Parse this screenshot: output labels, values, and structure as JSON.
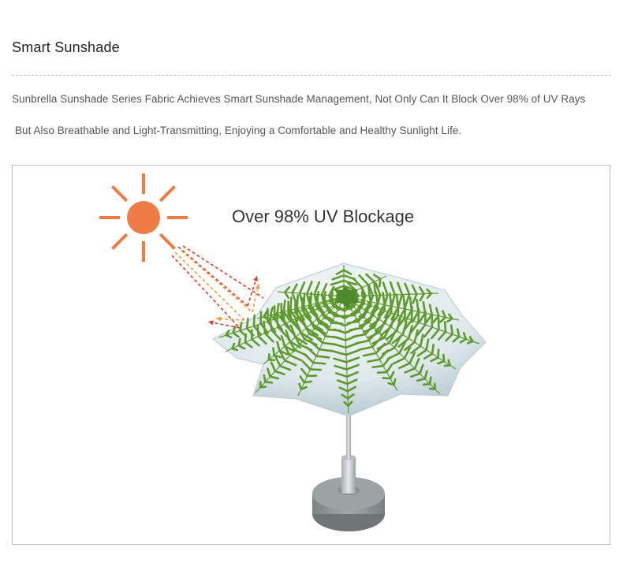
{
  "section": {
    "title": "Smart Sunshade"
  },
  "description": {
    "line1": "Sunbrella Sunshade Series Fabric Achieves Smart Sunshade Management, Not Only Can It Block Over 98% of UV Rays",
    "line2": "But Also Breathable and Light-Transmitting, Enjoying a Comfortable and Healthy Sunlight Life."
  },
  "illustration": {
    "heading": "Over 98% UV Blockage",
    "icons": [
      "sun-icon",
      "uv-ray-arrows",
      "umbrella-canopy",
      "umbrella-pole",
      "umbrella-base"
    ],
    "colors": {
      "sun": "#ef7c45",
      "ray_red": "#e03a2a",
      "ray_orange": "#eaa040",
      "leaf_green": "#5e9a2c",
      "canopy_shade": "#c5d6dc",
      "base_gray": "#8e9394"
    }
  }
}
